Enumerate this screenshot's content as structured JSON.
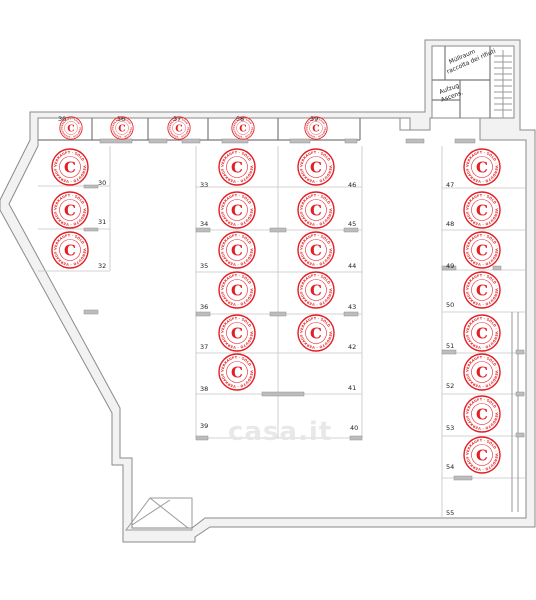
{
  "rooms": {
    "waste_label_line1": "Müllraum",
    "waste_label_line2": "raccolta dei rifiuti",
    "lift_label_line1": "Aufzug",
    "lift_label_line2": "Ascens."
  },
  "watermark": "casa.it",
  "stamp": {
    "ring_text": "VERKAUFT · SOLD · VENDUTO · ",
    "letter": "C",
    "color": "#e31e24"
  },
  "spaces": [
    {
      "label": "30",
      "sold": true
    },
    {
      "label": "56",
      "sold": true
    },
    {
      "label": "57",
      "sold": true
    },
    {
      "label": "58",
      "sold": true
    },
    {
      "label": "59",
      "sold": true
    },
    {
      "label": "30",
      "sold": true
    },
    {
      "label": "31",
      "sold": true
    },
    {
      "label": "32",
      "sold": true
    },
    {
      "label": "33",
      "sold": true
    },
    {
      "label": "34",
      "sold": true
    },
    {
      "label": "35",
      "sold": true
    },
    {
      "label": "36",
      "sold": true
    },
    {
      "label": "37",
      "sold": true
    },
    {
      "label": "38",
      "sold": true
    },
    {
      "label": "39",
      "sold": false
    },
    {
      "label": "46",
      "sold": true
    },
    {
      "label": "45",
      "sold": true
    },
    {
      "label": "44",
      "sold": true
    },
    {
      "label": "43",
      "sold": true
    },
    {
      "label": "42",
      "sold": true
    },
    {
      "label": "41",
      "sold": false
    },
    {
      "label": "40",
      "sold": false
    },
    {
      "label": "47",
      "sold": true
    },
    {
      "label": "48",
      "sold": true
    },
    {
      "label": "49",
      "sold": true
    },
    {
      "label": "50",
      "sold": true
    },
    {
      "label": "51",
      "sold": true
    },
    {
      "label": "52",
      "sold": true
    },
    {
      "label": "53",
      "sold": true
    },
    {
      "label": "54",
      "sold": true
    },
    {
      "label": "55",
      "sold": false
    }
  ]
}
